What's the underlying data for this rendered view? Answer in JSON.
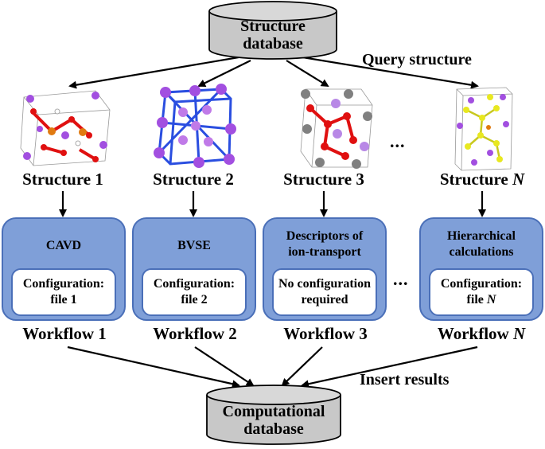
{
  "top_db": {
    "line1": "Structure",
    "line2": "database"
  },
  "query_label": "Query structure",
  "structures": [
    {
      "label_prefix": "Structure",
      "label_num": "1"
    },
    {
      "label_prefix": "Structure",
      "label_num": "2"
    },
    {
      "label_prefix": "Structure",
      "label_num": "3"
    },
    {
      "label_prefix": "Structure",
      "label_num": "N"
    }
  ],
  "ellipsis": "...",
  "workflows": [
    {
      "title": "CAVD",
      "config_line1": "Configuration:",
      "config_line2_prefix": "file",
      "config_line2_num": "1",
      "label_prefix": "Workflow",
      "label_num": "1"
    },
    {
      "title": "BVSE",
      "config_line1": "Configuration:",
      "config_line2_prefix": "file",
      "config_line2_num": "2",
      "label_prefix": "Workflow",
      "label_num": "2"
    },
    {
      "title_line1": "Descriptors of",
      "title_line2": "ion-transport",
      "config_line1": "No configuration",
      "config_line2": "required",
      "label_prefix": "Workflow",
      "label_num": "3"
    },
    {
      "title_line1": "Hierarchical",
      "title_line2": "calculations",
      "config_line1": "Configuration:",
      "config_line2_prefix": "file",
      "config_line2_num": "N",
      "label_prefix": "Workflow",
      "label_num": "N"
    }
  ],
  "insert_label": "Insert results",
  "bottom_db": {
    "line1": "Computational",
    "line2": "database"
  },
  "colors": {
    "db_fill": "#c8c8c8",
    "workflow_fill": "#7f9fd8",
    "workflow_border": "#4a6fb8",
    "atom_purple": "#a24fe0",
    "atom_red": "#e01010",
    "atom_orange": "#e07a10",
    "atom_blue": "#2a4ee0",
    "atom_gray": "#808080",
    "atom_yellow": "#e8e820"
  }
}
